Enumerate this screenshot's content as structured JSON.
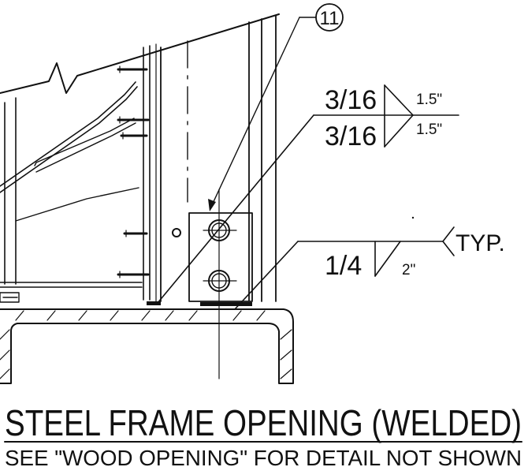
{
  "detail": {
    "callout_number": "11",
    "weld_upper": {
      "size_top": "3/16",
      "size_bottom": "3/16",
      "length_top": "1.5\"",
      "length_bottom": "1.5\""
    },
    "weld_lower": {
      "size": "1/4",
      "length": "2\"",
      "tail_note": "TYP."
    },
    "title": "STEEL FRAME OPENING (WELDED)",
    "note": "SEE \"WOOD OPENING\" FOR DETAIL NOT SHOWN"
  }
}
